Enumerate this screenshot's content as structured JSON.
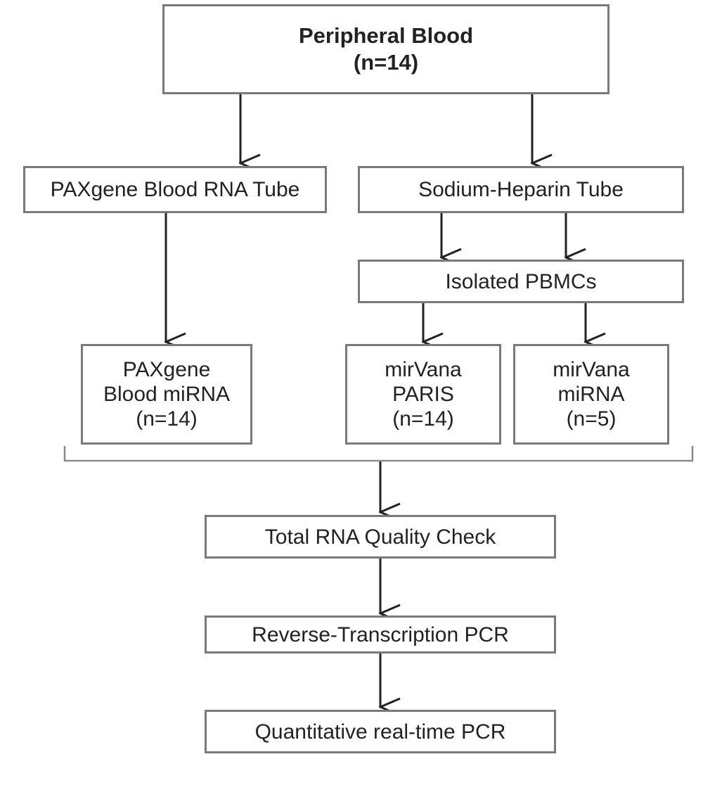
{
  "flowchart": {
    "source": {
      "line1": "Peripheral Blood",
      "line2": "(n=14)"
    },
    "paxgene_tube": "PAXgene Blood RNA Tube",
    "heparin_tube": "Sodium-Heparin Tube",
    "pbmcs": "Isolated PBMCs",
    "paxgene_kit": {
      "line1": "PAXgene",
      "line2": "Blood miRNA",
      "line3": "(n=14)"
    },
    "paris_kit": {
      "line1": "mirVana",
      "line2": "PARIS",
      "line3": "(n=14)"
    },
    "mirvana_kit": {
      "line1": "mirVana",
      "line2": "miRNA",
      "line3": "(n=5)"
    },
    "quality_check": "Total RNA Quality Check",
    "rt_pcr": "Reverse-Transcription PCR",
    "qpcr": "Quantitative real-time PCR"
  },
  "colors": {
    "box_border": "#7a7a7a",
    "arrow": "#222222",
    "bracket": "#8a8a8a"
  }
}
